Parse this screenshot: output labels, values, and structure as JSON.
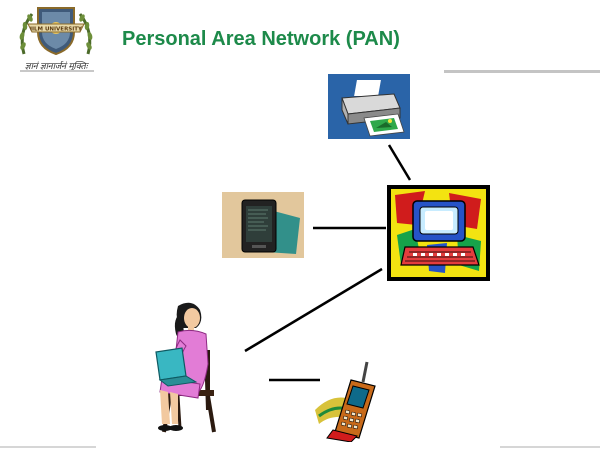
{
  "slide": {
    "title": "Personal Area Network (PAN)",
    "logo": {
      "banner_text": "IILM UNIVERSITY",
      "motto": "ज्ञानं ज्ञानार्जनं मुक्तिः"
    }
  },
  "diagram": {
    "nodes": [
      "printer-icon",
      "pda-icon",
      "computer-icon",
      "person-with-laptop",
      "mobile-phone-icon"
    ],
    "colors": {
      "title": "#1d8a4a",
      "printer_bg": "#2a64a8",
      "pda_bg": "#e2c79c",
      "computer_frame": "#000000",
      "computer_bg": "#f3e311",
      "person_dress": "#e27cd6"
    }
  }
}
